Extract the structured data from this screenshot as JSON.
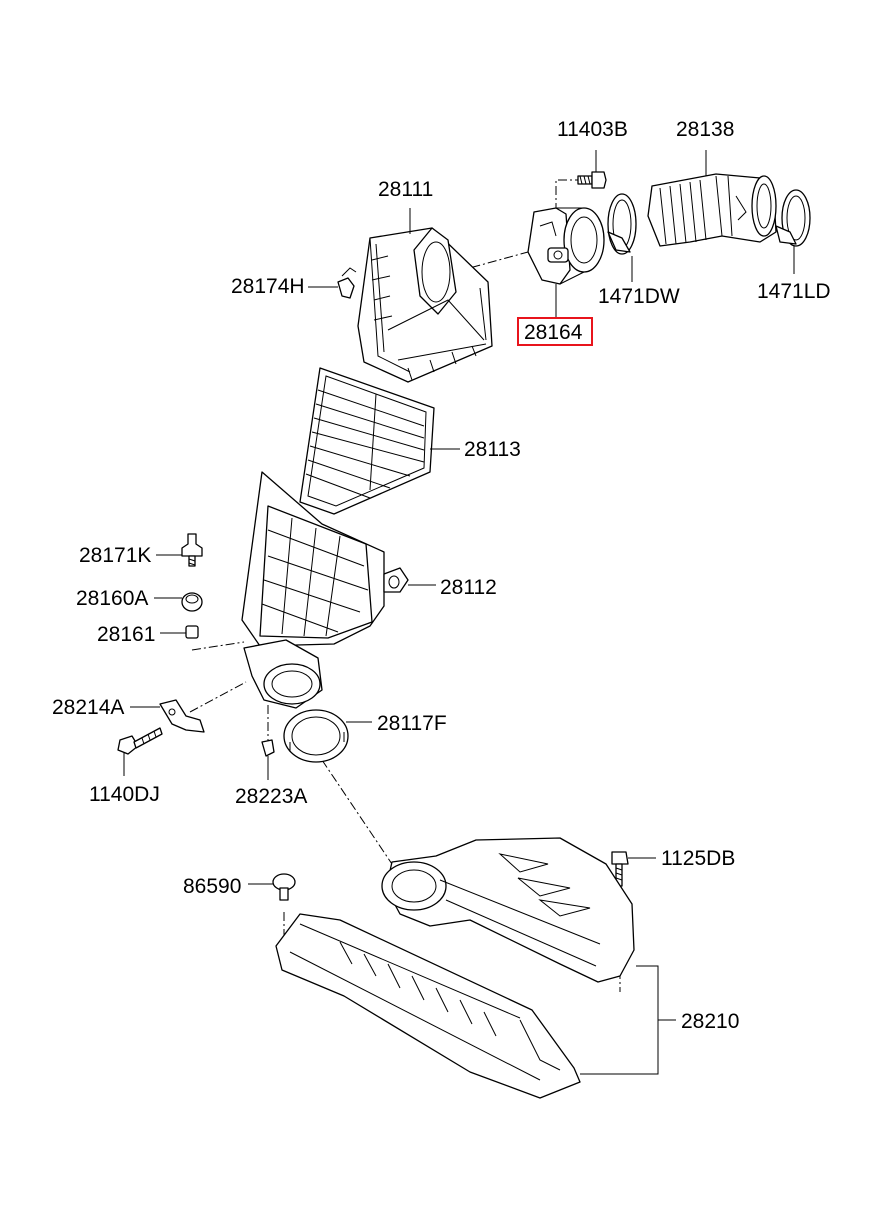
{
  "highlight_color": "#e8141c",
  "labels": {
    "p11403B": "11403B",
    "p28138": "28138",
    "p28111": "28111",
    "p28174H": "28174H",
    "p1471DW": "1471DW",
    "p1471LD": "1471LD",
    "p28164": "28164",
    "p28113": "28113",
    "p28171K": "28171K",
    "p28112": "28112",
    "p28160A": "28160A",
    "p28161": "28161",
    "p28214A": "28214A",
    "p28117F": "28117F",
    "p1140DJ": "1140DJ",
    "p28223A": "28223A",
    "p1125DB": "1125DB",
    "p86590": "86590",
    "p28210": "28210"
  },
  "highlighted_part": "28164"
}
